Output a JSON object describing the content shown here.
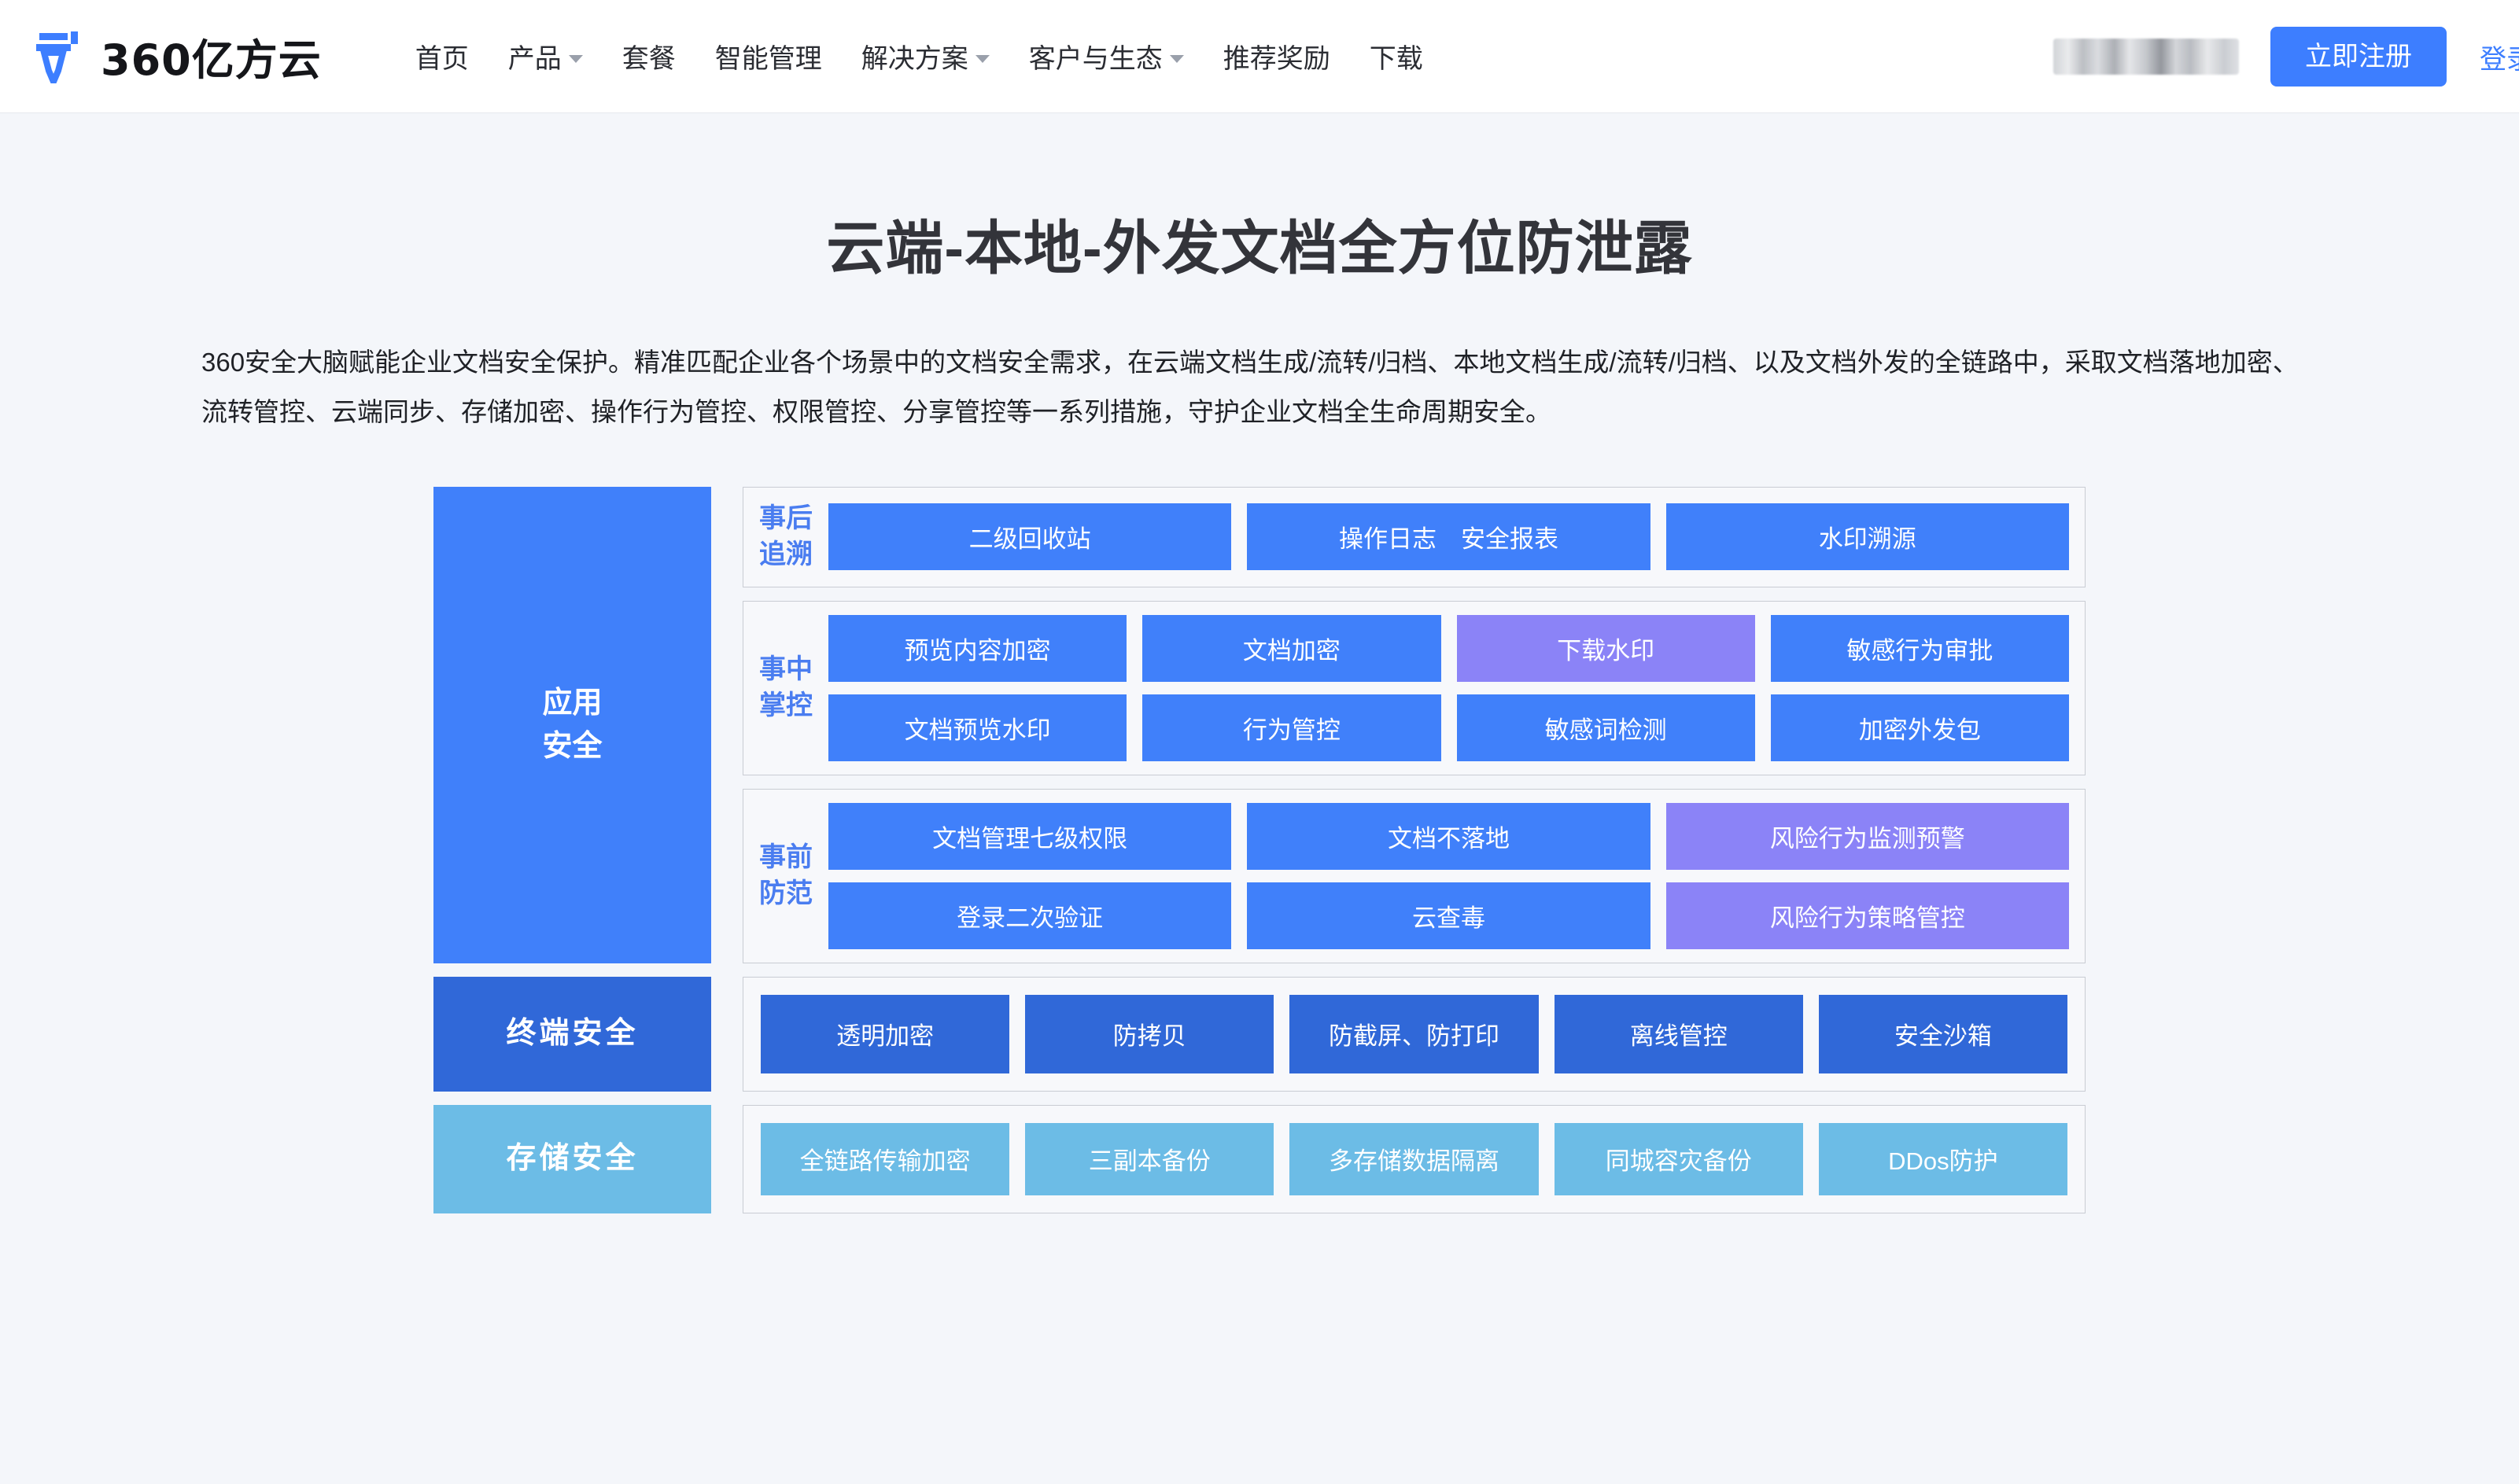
{
  "nav": {
    "brand_name": "360亿方云",
    "brand_logo_icon": "yifangyun-pen-logo-icon",
    "links": [
      {
        "label": "首页",
        "has_dropdown": false
      },
      {
        "label": "产品",
        "has_dropdown": true
      },
      {
        "label": "套餐",
        "has_dropdown": false
      },
      {
        "label": "智能管理",
        "has_dropdown": false
      },
      {
        "label": "解决方案",
        "has_dropdown": true
      },
      {
        "label": "客户与生态",
        "has_dropdown": true
      },
      {
        "label": "推荐奖励",
        "has_dropdown": false
      },
      {
        "label": "下载",
        "has_dropdown": false
      }
    ],
    "register_label": "立即注册",
    "login_label": "登录"
  },
  "hero": {
    "title": "云端-本地-外发文档全方位防泄露",
    "description": "360安全大脑赋能企业文档安全保护。精准匹配企业各个场景中的文档安全需求，在云端文档生成/流转/归档、本地文档生成/流转/归档、以及文档外发的全链路中，采取文档落地加密、流转管控、云端同步、存储加密、操作行为管控、权限管控、分享管控等一系列措施，守护企业文档全生命周期安全。"
  },
  "colors": {
    "brand_blue": "#3d7eff",
    "cell_blue": "#4080fa",
    "cell_purple": "#8b83f7",
    "cell_darkblue": "#3068d8",
    "cell_lightblue": "#6cbce6",
    "tag_blue": "#4a7df0",
    "page_bg": "#f4f6fa"
  },
  "diagram": {
    "layers": [
      {
        "name": "application-security",
        "label": "应用\n安全",
        "label_line1": "应用",
        "label_line2": "安全",
        "panels": [
          {
            "name": "post-incident-traceability",
            "tag_line1": "事后",
            "tag_line2": "追溯",
            "rows": [
              [
                {
                  "label": "二级回收站",
                  "color": "blue"
                },
                {
                  "label": "操作日志　安全报表",
                  "color": "blue"
                },
                {
                  "label": "水印溯源",
                  "color": "blue"
                }
              ]
            ]
          },
          {
            "name": "in-incident-control",
            "tag_line1": "事中",
            "tag_line2": "掌控",
            "rows": [
              [
                {
                  "label": "预览内容加密",
                  "color": "blue"
                },
                {
                  "label": "文档加密",
                  "color": "blue"
                },
                {
                  "label": "下载水印",
                  "color": "purple"
                },
                {
                  "label": "敏感行为审批",
                  "color": "blue"
                }
              ],
              [
                {
                  "label": "文档预览水印",
                  "color": "blue"
                },
                {
                  "label": "行为管控",
                  "color": "blue"
                },
                {
                  "label": "敏感词检测",
                  "color": "blue"
                },
                {
                  "label": "加密外发包",
                  "color": "blue"
                }
              ]
            ]
          },
          {
            "name": "pre-incident-prevention",
            "tag_line1": "事前",
            "tag_line2": "防范",
            "rows": [
              [
                {
                  "label": "文档管理七级权限",
                  "color": "blue"
                },
                {
                  "label": "文档不落地",
                  "color": "blue"
                },
                {
                  "label": "风险行为监测预警",
                  "color": "purple"
                }
              ],
              [
                {
                  "label": "登录二次验证",
                  "color": "blue"
                },
                {
                  "label": "云查毒",
                  "color": "blue"
                },
                {
                  "label": "风险行为策略管控",
                  "color": "purple"
                }
              ]
            ]
          }
        ]
      },
      {
        "name": "terminal-security",
        "label": "终端安全",
        "panels": [
          {
            "name": "terminal-security-items",
            "rows": [
              [
                {
                  "label": "透明加密",
                  "color": "darkblue"
                },
                {
                  "label": "防拷贝",
                  "color": "darkblue"
                },
                {
                  "label": "防截屏、防打印",
                  "color": "darkblue"
                },
                {
                  "label": "离线管控",
                  "color": "darkblue"
                },
                {
                  "label": "安全沙箱",
                  "color": "darkblue"
                }
              ]
            ]
          }
        ]
      },
      {
        "name": "storage-security",
        "label": "存储安全",
        "panels": [
          {
            "name": "storage-security-items",
            "rows": [
              [
                {
                  "label": "全链路传输加密",
                  "color": "lightblue"
                },
                {
                  "label": "三副本备份",
                  "color": "lightblue"
                },
                {
                  "label": "多存储数据隔离",
                  "color": "lightblue"
                },
                {
                  "label": "同城容灾备份",
                  "color": "lightblue"
                },
                {
                  "label": "DDos防护",
                  "color": "lightblue"
                }
              ]
            ]
          }
        ]
      }
    ]
  }
}
